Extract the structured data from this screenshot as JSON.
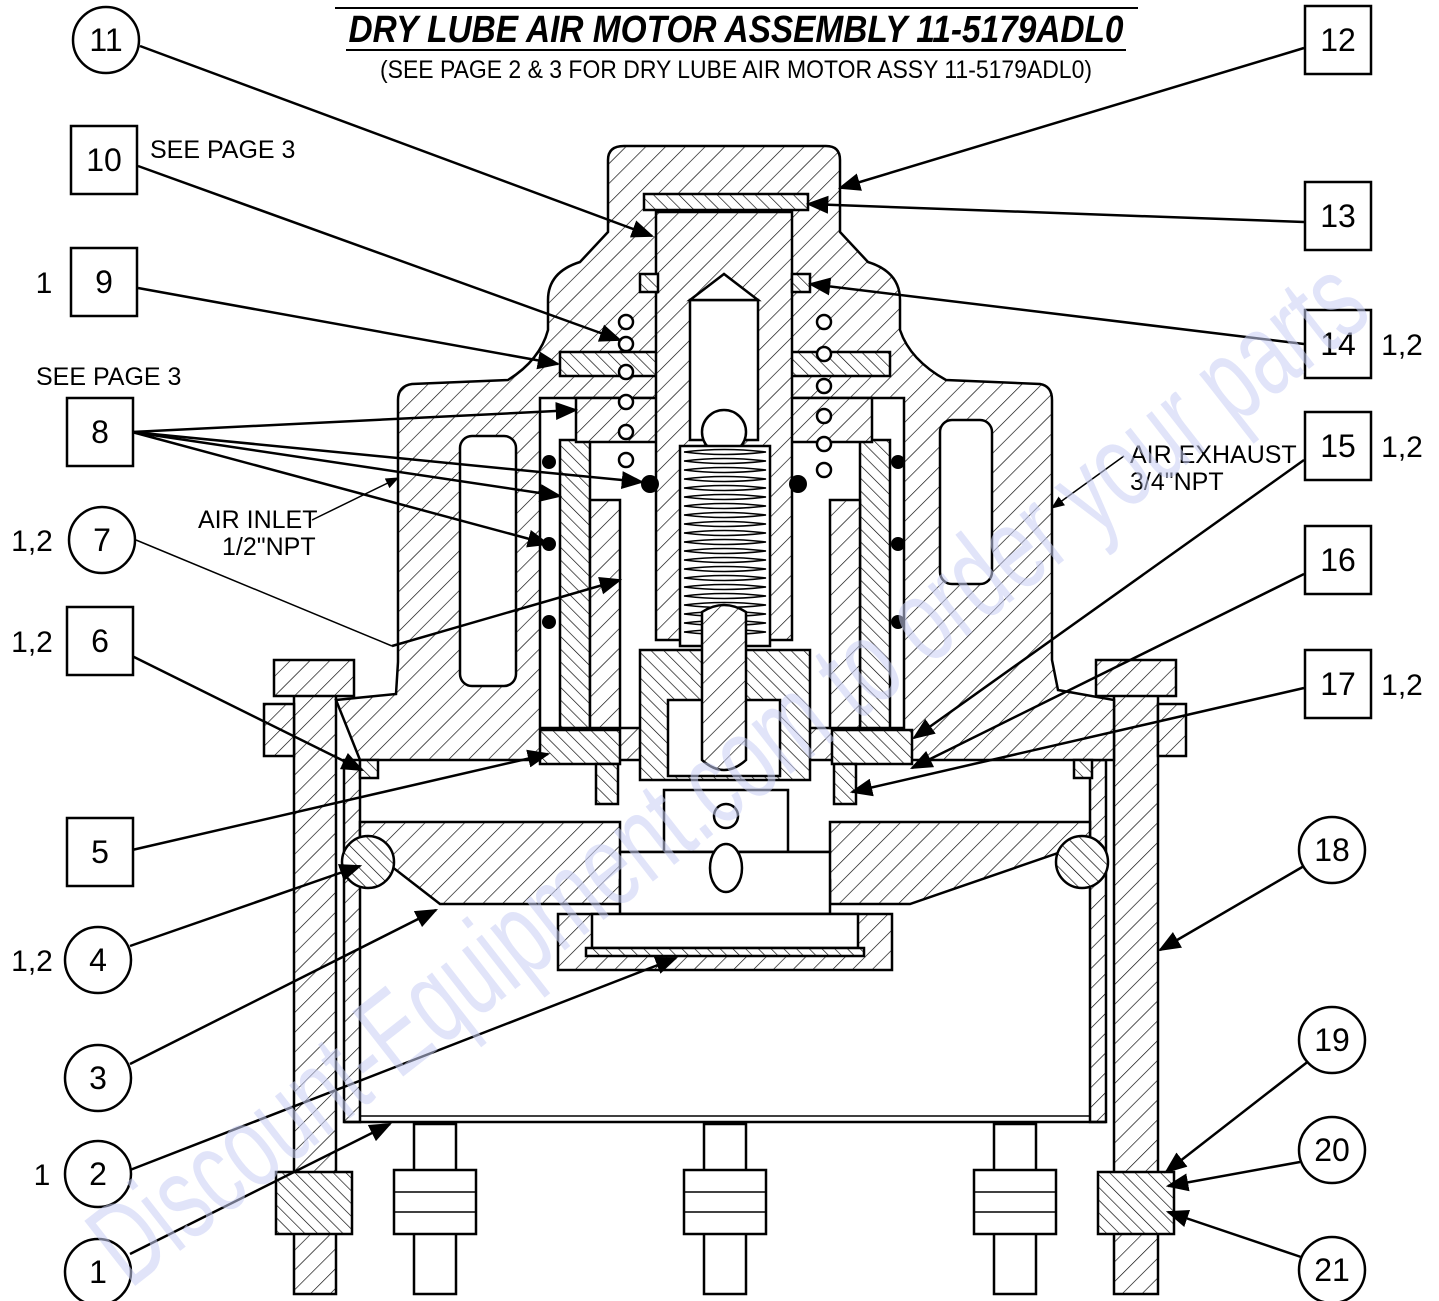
{
  "title": "DRY LUBE AIR MOTOR ASSEMBLY  11-5179ADL0",
  "subtitle": "(SEE PAGE 2 & 3 FOR DRY LUBE AIR MOTOR ASSY 11-5179ADL0)",
  "watermark": "Discount-Equipment.com to order your parts",
  "notes": {
    "see_page_3_a": "SEE PAGE 3",
    "see_page_3_b": "SEE PAGE 3",
    "air_inlet": "AIR INLET",
    "air_inlet_size": "1/2\"NPT",
    "air_exhaust": "AIR EXHAUST",
    "air_exhaust_size": "3/4\"NPT"
  },
  "balloons": [
    {
      "id": "b1",
      "label": "1",
      "shape": "circle",
      "qty": ""
    },
    {
      "id": "b2",
      "label": "2",
      "shape": "circle",
      "qty": "1"
    },
    {
      "id": "b3",
      "label": "3",
      "shape": "circle",
      "qty": ""
    },
    {
      "id": "b4",
      "label": "4",
      "shape": "circle",
      "qty": "1,2"
    },
    {
      "id": "b5",
      "label": "5",
      "shape": "square",
      "qty": ""
    },
    {
      "id": "b6",
      "label": "6",
      "shape": "square",
      "qty": "1,2"
    },
    {
      "id": "b7",
      "label": "7",
      "shape": "circle",
      "qty": "1,2"
    },
    {
      "id": "b8",
      "label": "8",
      "shape": "square",
      "qty": ""
    },
    {
      "id": "b9",
      "label": "9",
      "shape": "square",
      "qty": "1"
    },
    {
      "id": "b10",
      "label": "10",
      "shape": "square",
      "qty": ""
    },
    {
      "id": "b11",
      "label": "11",
      "shape": "circle",
      "qty": ""
    },
    {
      "id": "b12",
      "label": "12",
      "shape": "square",
      "qty": ""
    },
    {
      "id": "b13",
      "label": "13",
      "shape": "square",
      "qty": ""
    },
    {
      "id": "b14",
      "label": "14",
      "shape": "square",
      "qty": "1,2"
    },
    {
      "id": "b15",
      "label": "15",
      "shape": "square",
      "qty": "1,2"
    },
    {
      "id": "b16",
      "label": "16",
      "shape": "square",
      "qty": ""
    },
    {
      "id": "b17",
      "label": "17",
      "shape": "square",
      "qty": "1,2"
    },
    {
      "id": "b18",
      "label": "18",
      "shape": "circle",
      "qty": ""
    },
    {
      "id": "b19",
      "label": "19",
      "shape": "circle",
      "qty": ""
    },
    {
      "id": "b20",
      "label": "20",
      "shape": "circle",
      "qty": ""
    },
    {
      "id": "b21",
      "label": "21",
      "shape": "circle",
      "qty": ""
    }
  ]
}
